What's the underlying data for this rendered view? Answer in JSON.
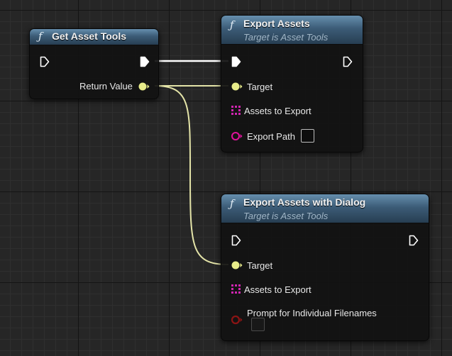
{
  "graph": {
    "nodes": {
      "get_asset_tools": {
        "function_icon": "ƒ",
        "title": "Get Asset Tools",
        "pins": {
          "return_value": "Return Value"
        }
      },
      "export_assets": {
        "function_icon": "ƒ",
        "title": "Export Assets",
        "subtitle": "Target is Asset Tools",
        "pins": {
          "target": "Target",
          "assets_to_export": "Assets to Export",
          "export_path": "Export Path"
        }
      },
      "export_assets_with_dialog": {
        "function_icon": "ƒ",
        "title": "Export Assets with Dialog",
        "subtitle": "Target is Asset Tools",
        "pins": {
          "target": "Target",
          "assets_to_export": "Assets to Export",
          "prompt": "Prompt for Individual Filenames"
        }
      }
    },
    "pin_types": {
      "object_pin_color": "#e8ec8a",
      "array_pin_color": "#d025b0",
      "string_pin_color": "#e0129c",
      "bool_pin_color": "#8c1414",
      "exec_pin_color": "#ffffff"
    },
    "colors": {
      "canvas_background": "#262626",
      "node_header_blue": "#3c5c77",
      "wire_object": "#e4e4a8",
      "wire_exec": "#ffffff"
    }
  }
}
